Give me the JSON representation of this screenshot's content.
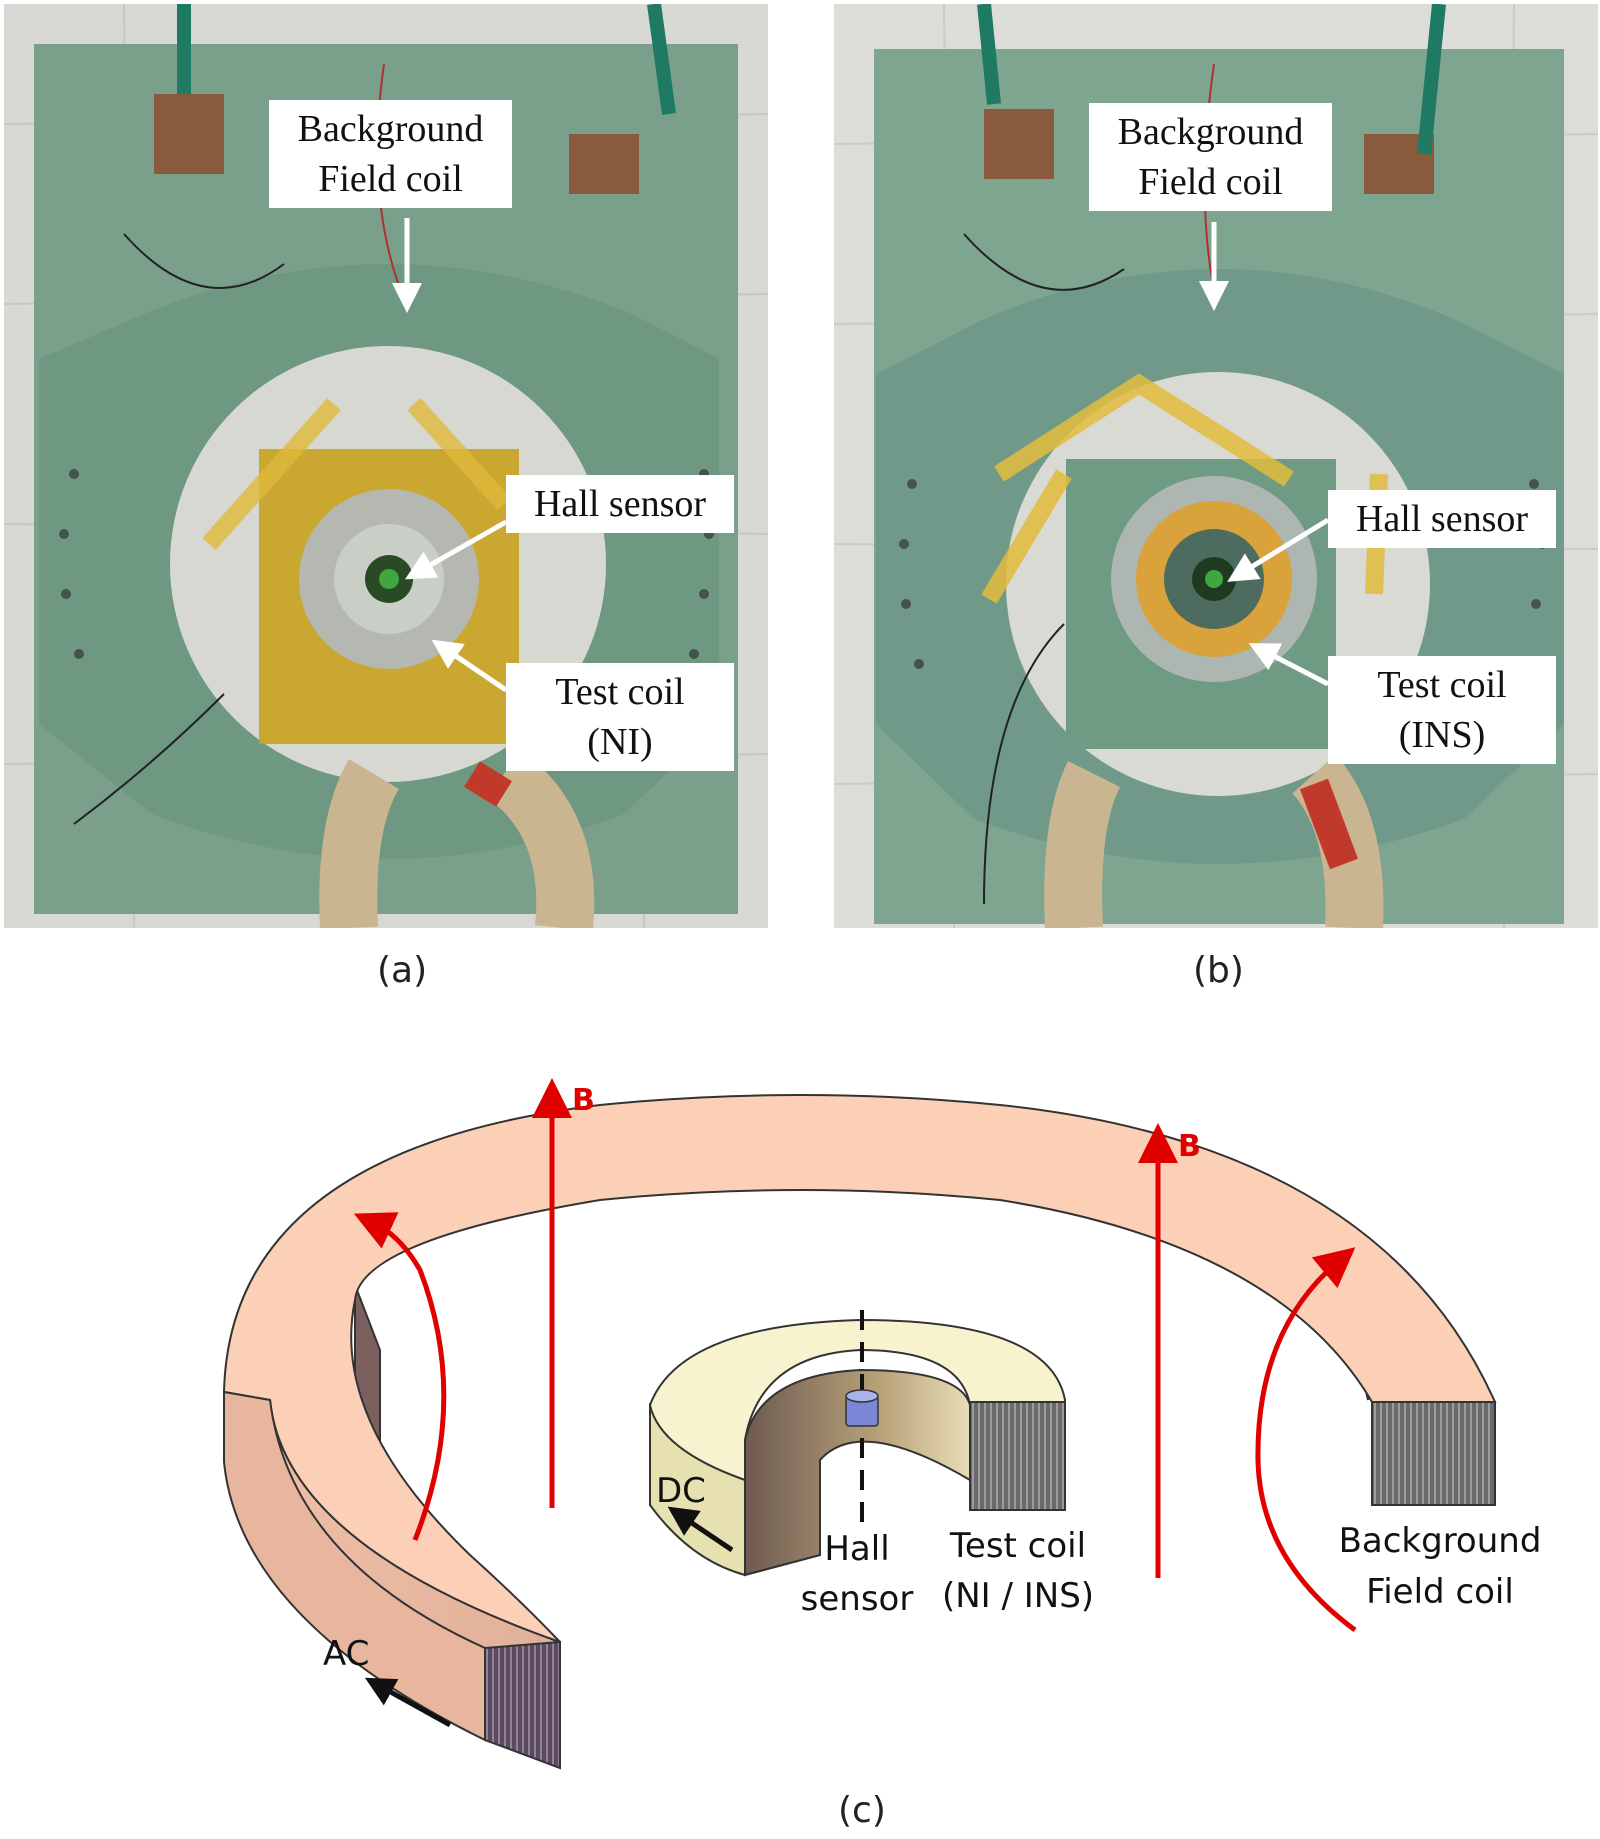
{
  "panel_a": {
    "caption": "(a)",
    "labels": {
      "background_field_coil_line1": "Background",
      "background_field_coil_line2": "Field coil",
      "hall_sensor": "Hall sensor",
      "test_coil_line1": "Test coil",
      "test_coil_line2": "(NI)"
    }
  },
  "panel_b": {
    "caption": "(b)",
    "labels": {
      "background_field_coil_line1": "Background",
      "background_field_coil_line2": "Field coil",
      "hall_sensor": "Hall sensor",
      "test_coil_line1": "Test coil",
      "test_coil_line2": "(INS)"
    }
  },
  "panel_c": {
    "caption": "(c)",
    "labels": {
      "field_b_left": "B",
      "field_b_right": "B",
      "ac": "AC",
      "dc": "DC",
      "hall_line1": "Hall",
      "hall_line2": "sensor",
      "test_coil_line1": "Test coil",
      "test_coil_line2": "(NI / INS)",
      "background_line1": "Background",
      "background_line2": "Field coil"
    },
    "colors": {
      "outer_coil_top": "#fbd0b6",
      "outer_coil_inner_wall": "#8a6a63",
      "inner_coil_top": "#f7f3cf",
      "field_arrow": "#e00000"
    }
  }
}
